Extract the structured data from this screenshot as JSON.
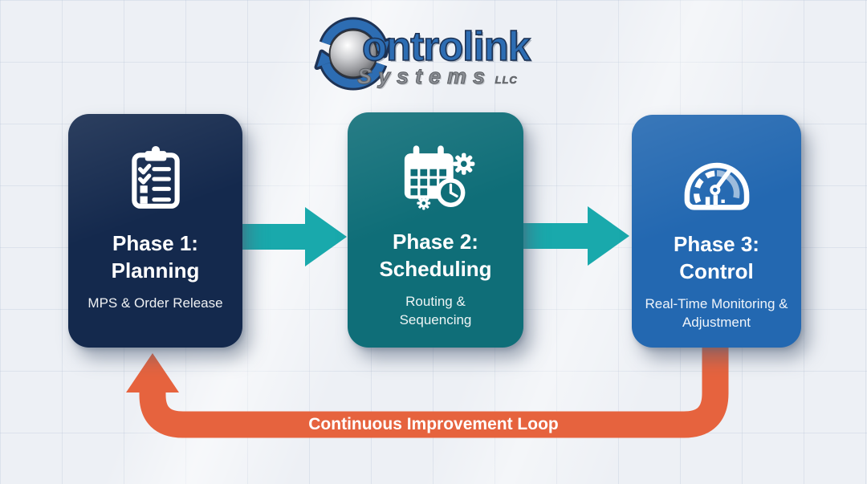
{
  "logo": {
    "name": "Controlink",
    "name_after_mark": "ontrolink",
    "subtitle": "Systems",
    "suffix": "LLC"
  },
  "phases": [
    {
      "title_line1": "Phase 1:",
      "title_line2": "Planning",
      "subtitle": "MPS & Order Release",
      "icon": "clipboard-checklist-icon",
      "color": "#14294d"
    },
    {
      "title_line1": "Phase 2:",
      "title_line2": "Scheduling",
      "subtitle": "Routing & Sequencing",
      "icon": "calendar-clock-gear-icon",
      "color": "#0f6e78"
    },
    {
      "title_line1": "Phase 3:",
      "title_line2": "Control",
      "subtitle": "Real-Time Monitoring & Adjustment",
      "icon": "speedometer-icon",
      "color": "#2368b1"
    }
  ],
  "flow": {
    "arrow_color": "#19a9ac",
    "loop_color": "#e6633e",
    "loop_label": "Continuous Improvement Loop"
  },
  "colors": {
    "logo_blue": "#2d6db3",
    "logo_gray": "#8b8e94",
    "background": "#edf0f5"
  }
}
